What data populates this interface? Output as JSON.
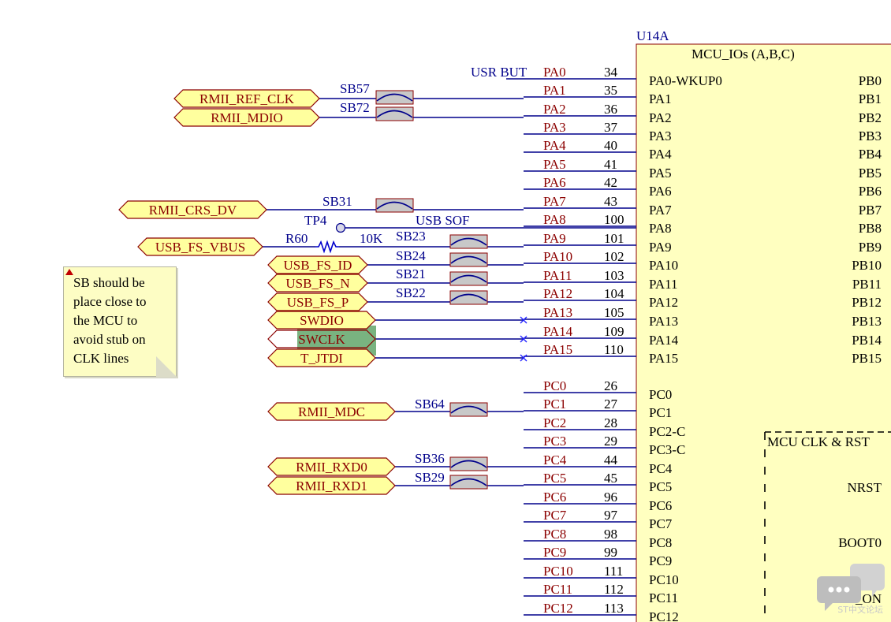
{
  "component": {
    "designator": "U14A",
    "part_title": "MCU_IOs (A,B,C)",
    "sub_block_title": "MCU CLK & RST",
    "sub_block_pins": [
      "NRST",
      "BOOT0",
      "PDR_ON"
    ]
  },
  "note": {
    "lines": [
      "SB should be",
      "place close to",
      "the MCU to",
      "avoid stub on",
      "CLK lines"
    ]
  },
  "watermark": {
    "text": "ST中文论坛"
  },
  "pins_a": [
    {
      "net": "PA0",
      "num": "34",
      "inner": "PA0-WKUP0",
      "right": "PB0"
    },
    {
      "net": "PA1",
      "num": "35",
      "inner": "PA1",
      "right": "PB1"
    },
    {
      "net": "PA2",
      "num": "36",
      "inner": "PA2",
      "right": "PB2"
    },
    {
      "net": "PA3",
      "num": "37",
      "inner": "PA3",
      "right": "PB3"
    },
    {
      "net": "PA4",
      "num": "40",
      "inner": "PA4",
      "right": "PB4"
    },
    {
      "net": "PA5",
      "num": "41",
      "inner": "PA5",
      "right": "PB5"
    },
    {
      "net": "PA6",
      "num": "42",
      "inner": "PA6",
      "right": "PB6"
    },
    {
      "net": "PA7",
      "num": "43",
      "inner": "PA7",
      "right": "PB7"
    },
    {
      "net": "PA8",
      "num": "100",
      "inner": "PA8",
      "right": "PB8"
    },
    {
      "net": "PA9",
      "num": "101",
      "inner": "PA9",
      "right": "PB9"
    },
    {
      "net": "PA10",
      "num": "102",
      "inner": "PA10",
      "right": "PB10"
    },
    {
      "net": "PA11",
      "num": "103",
      "inner": "PA11",
      "right": "PB11"
    },
    {
      "net": "PA12",
      "num": "104",
      "inner": "PA12",
      "right": "PB12"
    },
    {
      "net": "PA13",
      "num": "105",
      "inner": "PA13",
      "right": "PB13"
    },
    {
      "net": "PA14",
      "num": "109",
      "inner": "PA14",
      "right": "PB14"
    },
    {
      "net": "PA15",
      "num": "110",
      "inner": "PA15",
      "right": "PB15"
    }
  ],
  "pins_c": [
    {
      "net": "PC0",
      "num": "26",
      "inner": "PC0"
    },
    {
      "net": "PC1",
      "num": "27",
      "inner": "PC1"
    },
    {
      "net": "PC2",
      "num": "28",
      "inner": "PC2-C"
    },
    {
      "net": "PC3",
      "num": "29",
      "inner": "PC3-C"
    },
    {
      "net": "PC4",
      "num": "44",
      "inner": "PC4"
    },
    {
      "net": "PC5",
      "num": "45",
      "inner": "PC5"
    },
    {
      "net": "PC6",
      "num": "96",
      "inner": "PC6"
    },
    {
      "net": "PC7",
      "num": "97",
      "inner": "PC7"
    },
    {
      "net": "PC8",
      "num": "98",
      "inner": "PC8"
    },
    {
      "net": "PC9",
      "num": "99",
      "inner": "PC9"
    },
    {
      "net": "PC10",
      "num": "111",
      "inner": "PC10"
    },
    {
      "net": "PC11",
      "num": "112",
      "inner": "PC11"
    },
    {
      "net": "PC12",
      "num": "113",
      "inner": "PC12"
    }
  ],
  "wires": [
    {
      "label": "USR BUT"
    },
    {
      "label": "USB SOF"
    }
  ],
  "ports": [
    {
      "name": "RMII_REF_CLK"
    },
    {
      "name": "RMII_MDIO"
    },
    {
      "name": "RMII_CRS_DV"
    },
    {
      "name": "USB_FS_VBUS"
    },
    {
      "name": "USB_FS_ID"
    },
    {
      "name": "USB_FS_N"
    },
    {
      "name": "USB_FS_P"
    },
    {
      "name": "SWDIO"
    },
    {
      "name": "SWCLK"
    },
    {
      "name": "T_JTDI"
    },
    {
      "name": "RMII_MDC"
    },
    {
      "name": "RMII_RXD0"
    },
    {
      "name": "RMII_RXD1"
    }
  ],
  "solder_bridges": [
    "SB57",
    "SB72",
    "SB31",
    "SB23",
    "SB24",
    "SB21",
    "SB22",
    "SB64",
    "SB36",
    "SB29"
  ],
  "resistor": {
    "designator": "R60",
    "value": "10K"
  },
  "testpoint": {
    "designator": "TP4"
  },
  "colors": {
    "wire": "#00008b",
    "net_label": "#8b0000",
    "designator": "#00008b",
    "component_fill": "#ffffc0",
    "component_border": "#8b0000",
    "port_fill": "#ffff9e",
    "bridge_fill": "#c8c8c8",
    "highlight": "#4c9a55"
  }
}
